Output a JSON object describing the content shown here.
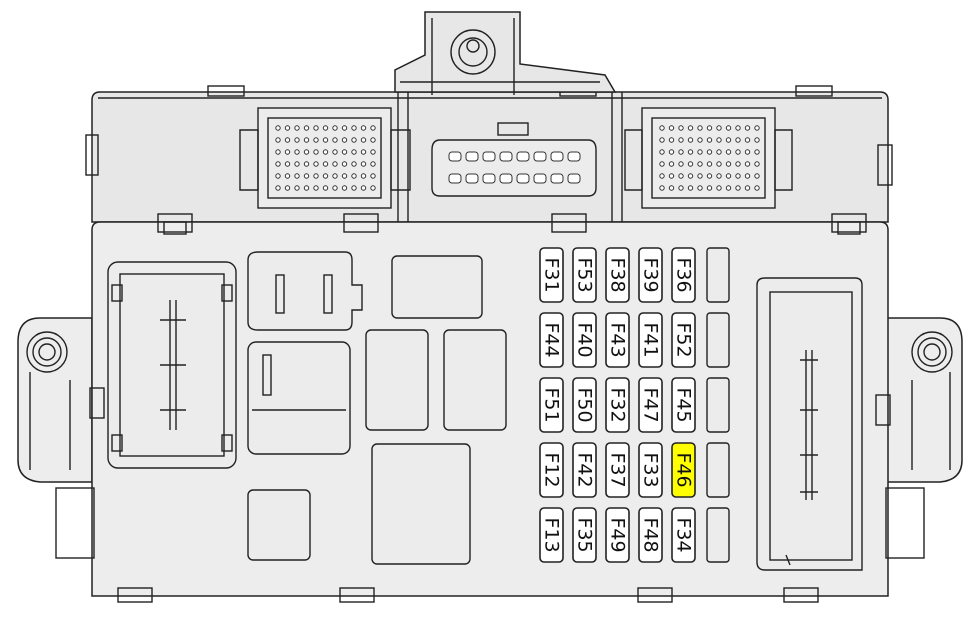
{
  "fuse_box": {
    "fuses": [
      {
        "label": "F31",
        "col": 0,
        "row": 0
      },
      {
        "label": "F53",
        "col": 1,
        "row": 0
      },
      {
        "label": "F38",
        "col": 2,
        "row": 0
      },
      {
        "label": "F39",
        "col": 3,
        "row": 0
      },
      {
        "label": "F36",
        "col": 4,
        "row": 0
      },
      {
        "label": "F44",
        "col": 0,
        "row": 1
      },
      {
        "label": "F40",
        "col": 1,
        "row": 1
      },
      {
        "label": "F43",
        "col": 2,
        "row": 1
      },
      {
        "label": "F41",
        "col": 3,
        "row": 1
      },
      {
        "label": "F52",
        "col": 4,
        "row": 1
      },
      {
        "label": "F51",
        "col": 0,
        "row": 2
      },
      {
        "label": "F50",
        "col": 1,
        "row": 2
      },
      {
        "label": "F32",
        "col": 2,
        "row": 2
      },
      {
        "label": "F47",
        "col": 3,
        "row": 2
      },
      {
        "label": "F45",
        "col": 4,
        "row": 2
      },
      {
        "label": "F12",
        "col": 0,
        "row": 3
      },
      {
        "label": "F42",
        "col": 1,
        "row": 3
      },
      {
        "label": "F37",
        "col": 2,
        "row": 3
      },
      {
        "label": "F33",
        "col": 3,
        "row": 3
      },
      {
        "label": "F46",
        "col": 4,
        "row": 3,
        "highlight": true
      },
      {
        "label": "F13",
        "col": 0,
        "row": 4
      },
      {
        "label": "F35",
        "col": 1,
        "row": 4
      },
      {
        "label": "F49",
        "col": 2,
        "row": 4
      },
      {
        "label": "F48",
        "col": 3,
        "row": 4
      },
      {
        "label": "F34",
        "col": 4,
        "row": 4
      }
    ],
    "colors": {
      "highlight": "#ffff00",
      "fuse_fill": "#ffffff",
      "housing": "#ededed",
      "outline": "#222222"
    }
  }
}
